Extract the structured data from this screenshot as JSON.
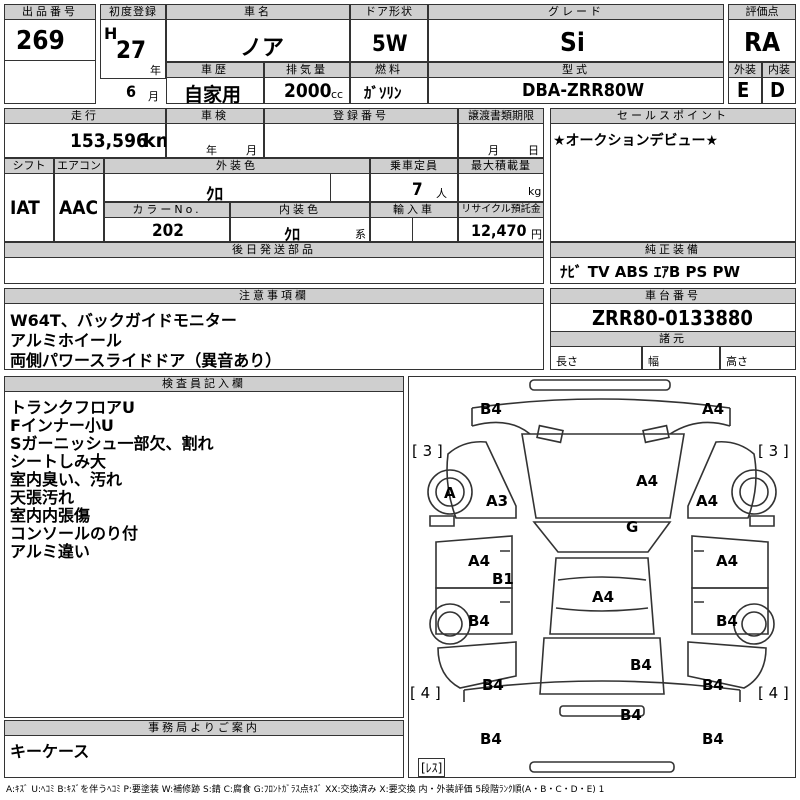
{
  "lot": {
    "label": "出品番号",
    "value": "269"
  },
  "first_reg": {
    "label": "初度登録",
    "era": "H",
    "year": "27",
    "year_unit": "年",
    "month": "6",
    "month_unit": "月"
  },
  "car_name": {
    "label": "車名",
    "value": "ノア"
  },
  "door": {
    "label": "ドア形状",
    "value": "5W"
  },
  "grade": {
    "label": "グレード",
    "value": "Si"
  },
  "score": {
    "label": "評価点",
    "value": "RA"
  },
  "history": {
    "label": "車歴",
    "value": "自家用"
  },
  "displacement": {
    "label": "排気量",
    "value": "2000",
    "unit": "cc"
  },
  "fuel": {
    "label": "燃料",
    "value": "ｶﾞｿﾘﾝ"
  },
  "model": {
    "label": "型式",
    "value": "DBA-ZRR80W"
  },
  "ext_score": {
    "label": "外装",
    "value": "E"
  },
  "int_score": {
    "label": "内装",
    "value": "D"
  },
  "mileage": {
    "label": "走行",
    "value": "153,596",
    "unit": "km"
  },
  "inspection": {
    "label": "車検",
    "year_unit": "年",
    "month_unit": "月"
  },
  "reg_no": {
    "label": "登録番号"
  },
  "transfer_deadline": {
    "label": "譲渡書類期限",
    "month_unit": "月",
    "day_unit": "日"
  },
  "shift": {
    "label": "シフト",
    "value": "IAT"
  },
  "aircon": {
    "label": "エアコン",
    "value": "AAC"
  },
  "ext_color": {
    "label": "外装色",
    "value": "ｸﾛ"
  },
  "capacity": {
    "label": "乗車定員",
    "value": "7",
    "unit": "人"
  },
  "max_load": {
    "label": "最大積載量",
    "unit": "kg"
  },
  "color_no": {
    "label": "カラーNo.",
    "value": "202"
  },
  "int_color": {
    "label": "内装色",
    "value": "ｸﾛ",
    "unit": "系"
  },
  "import": {
    "label": "輸入車"
  },
  "recycle": {
    "label": "リサイクル預託金",
    "value": "12,470",
    "unit": "円"
  },
  "sales_point": {
    "label": "セールスポイント",
    "value": "★オークションデビュー★"
  },
  "after_ship": {
    "label": "後日発送部品"
  },
  "equipment": {
    "label": "純正装備",
    "value": "ﾅﾋﾞ  TV  ABS ｴｱB PS PW"
  },
  "notes": {
    "label": "注意事項欄",
    "lines": [
      "W64T、バックガイドモニター",
      "アルミホイール",
      "両側パワースライドドア（異音あり）"
    ]
  },
  "chassis": {
    "label": "車台番号",
    "value": "ZRR80-0133880"
  },
  "specs": {
    "label": "諸元",
    "length": "長さ",
    "width": "幅",
    "height": "高さ"
  },
  "inspector": {
    "label": "検査員記入欄",
    "lines": [
      "トランクフロアU",
      "Fインナー小U",
      "Sガーニッシュ一部欠、割れ",
      "シートしみ大",
      "室内臭い、汚れ",
      "天張汚れ",
      "室内内張傷",
      "コンソールのり付",
      "アルミ違い"
    ]
  },
  "office": {
    "label": "事務局よりご案内",
    "value": "キーケース"
  },
  "diagram": {
    "tires_front": "[ 3 ]",
    "tires_rear": "[ 4 ]",
    "spare": "[ﾚｽ]",
    "marks": {
      "fl_corner": "B4",
      "fr_corner": "A4",
      "fl_wheel": "A",
      "hood": "A4",
      "fl_fender": "A3",
      "fr_fender": "A4",
      "windshield": "G",
      "fl_door": "A4",
      "fl_pillar": "B1",
      "fr_door": "A4",
      "roof": "A4",
      "rl_door": "B4",
      "rr_door": "B4",
      "rear_glass": "B4",
      "rl_quarter": "B4",
      "rr_quarter": "B4",
      "rear_bumper": "B4",
      "rl_corner": "B4",
      "rr_corner": "B4"
    }
  },
  "legend": "A:ｷｽﾞ U:ﾍｺﾐ B:ｷｽﾞを伴うﾍｺﾐ P:要塗装 W:補修跡 S:錆 C:腐食 G:ﾌﾛﾝﾄｶﾞﾗｽ点ｷｽﾞ XX:交換済み X:要交換  内・外装評価 5段階ﾗﾝｸ順(A・B・C・D・E) 1"
}
